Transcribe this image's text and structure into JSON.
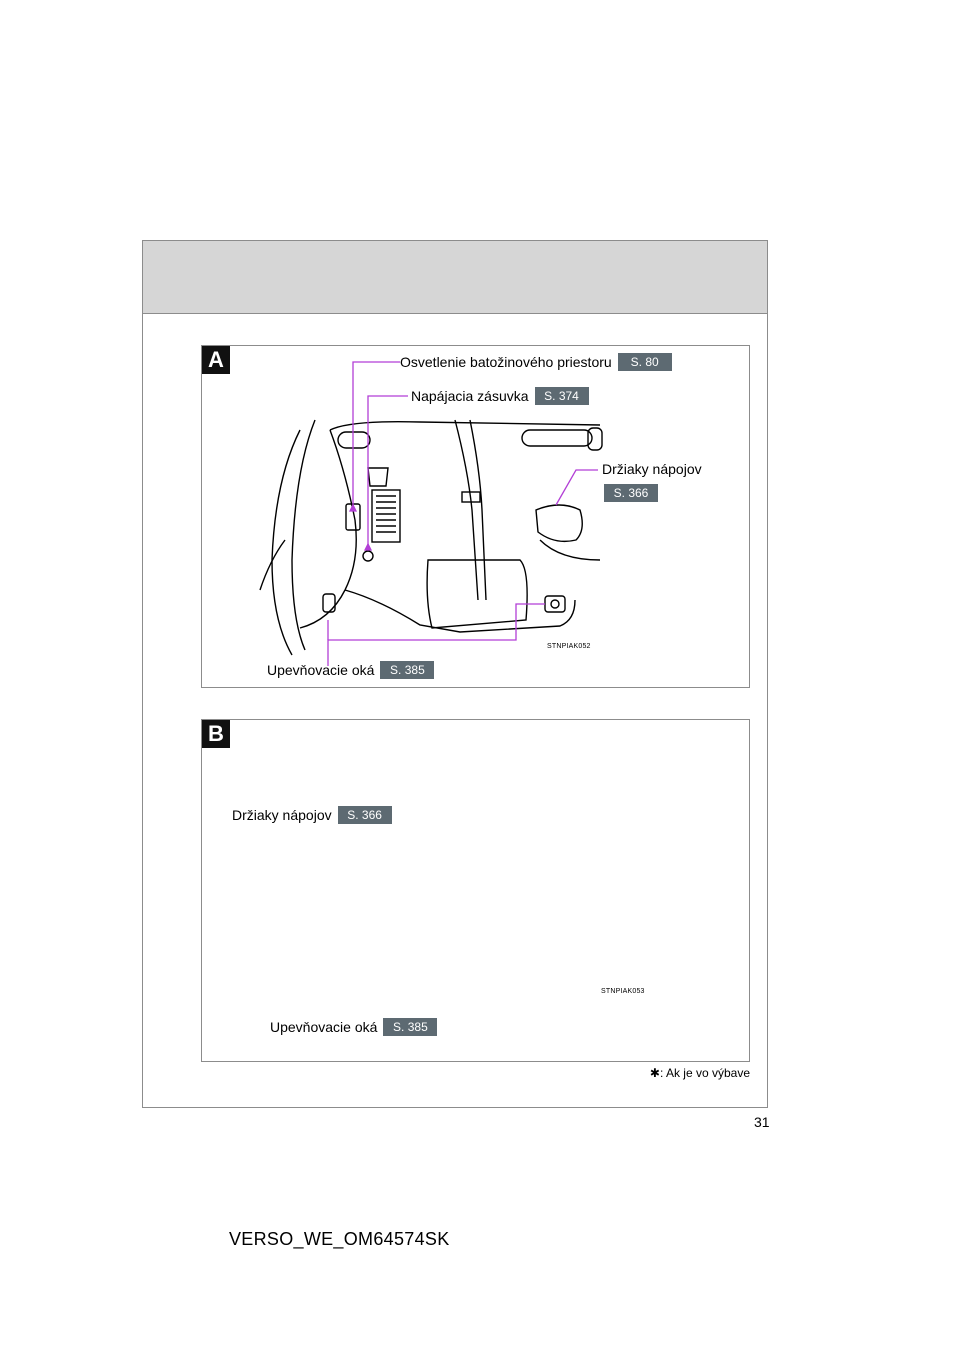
{
  "panel_a": {
    "letter": "A",
    "callouts": [
      {
        "label": "Osvetlenie batožinového priestoru",
        "ref": "S. 80"
      },
      {
        "label": "Napájacia zásuvka",
        "ref": "S. 374"
      },
      {
        "label": "Držiaky nápojov",
        "ref": "S. 366"
      },
      {
        "label": "Upevňovacie oká",
        "ref": "S. 385"
      }
    ],
    "image_code": "STNPIAK052"
  },
  "panel_b": {
    "letter": "B",
    "callouts": [
      {
        "label": "Držiaky nápojov",
        "ref": "S. 366"
      },
      {
        "label": "Upevňovacie oká",
        "ref": "S. 385"
      }
    ],
    "image_code": "STNPIAK053"
  },
  "footnote": {
    "symbol": "✱",
    "text": ": Ak je vo výbave"
  },
  "page_number": "31",
  "doc_id": "VERSO_WE_OM64574SK",
  "colors": {
    "leader": "#b23fd6",
    "badge": "#5d6a72",
    "header_band": "#d6d6d6"
  }
}
